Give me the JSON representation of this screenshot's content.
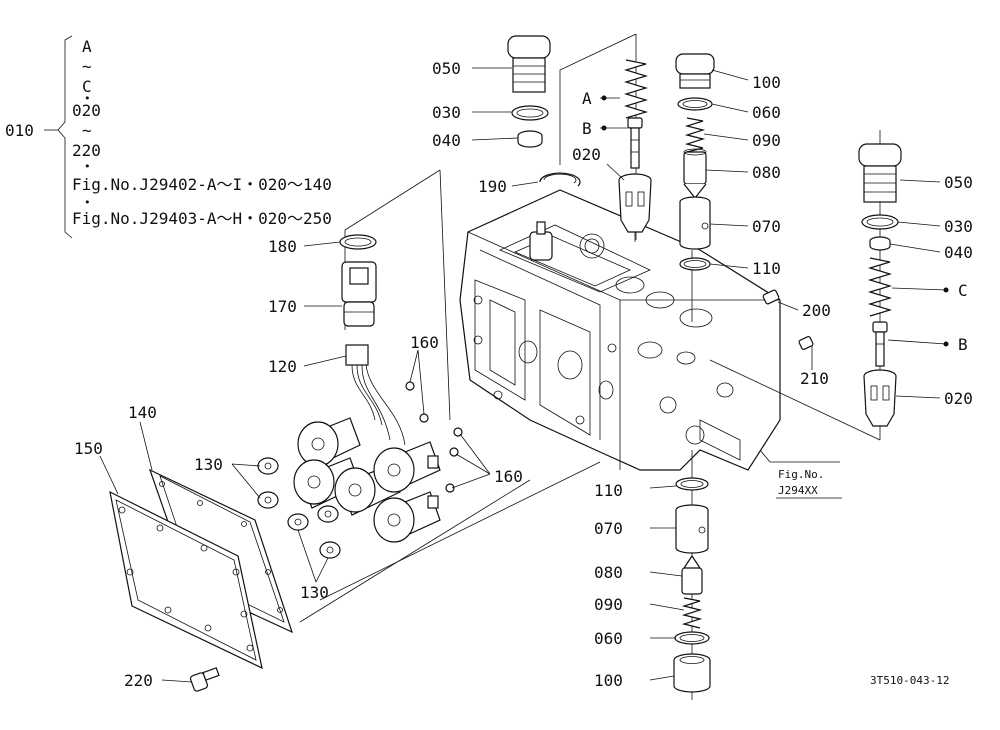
{
  "group": {
    "range_top": "A",
    "tilde1": "~",
    "range_mid": "C",
    "dot1": "•",
    "range_start": "020",
    "tilde2": "~",
    "range_end": "220",
    "dot2": "•",
    "ref1": "Fig.No.J29402-A～I・020～140",
    "dot3": "•",
    "ref2": "Fig.No.J29403-A～H・020～250"
  },
  "labels": {
    "p010": "010",
    "p050a": "050",
    "p030a": "030",
    "p040a": "040",
    "pA": "A",
    "pB": "B",
    "p020a": "020",
    "p190": "190",
    "p100a": "100",
    "p060a": "060",
    "p090a": "090",
    "p080a": "080",
    "p070a": "070",
    "p110a": "110",
    "p050b": "050",
    "p030b": "030",
    "p040b": "040",
    "pC": "C",
    "pB2": "B",
    "p020b": "020",
    "p180": "180",
    "p170": "170",
    "p120": "120",
    "p160a": "160",
    "p160b": "160",
    "p200": "200",
    "p210": "210",
    "p140": "140",
    "p150": "150",
    "p130a": "130",
    "p130b": "130",
    "p110b": "110",
    "p070b": "070",
    "p080b": "080",
    "p090b": "090",
    "p060b": "060",
    "p100b": "100",
    "p220": "220",
    "fig_ref_line1": "Fig.No.",
    "fig_ref_line2": "J294XX",
    "drawing_code": "3T510-043-12"
  }
}
